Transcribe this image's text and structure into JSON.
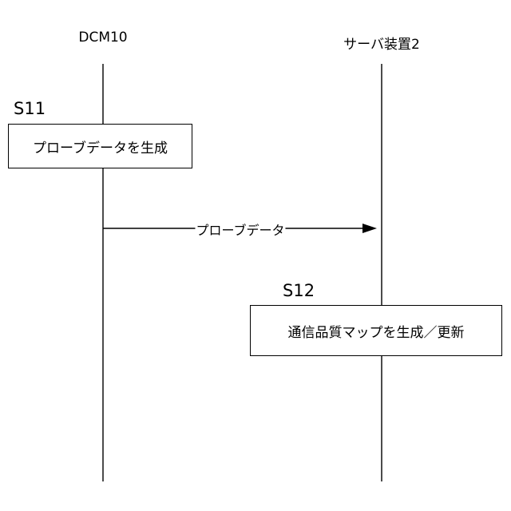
{
  "lifelines": {
    "dcm": {
      "label": "DCM10"
    },
    "server": {
      "label": "サーバ装置2"
    }
  },
  "steps": {
    "s11": {
      "label": "S11",
      "text": "プローブデータを生成"
    },
    "s12": {
      "label": "S12",
      "text": "通信品質マップを生成／更新"
    }
  },
  "message": {
    "label": "プローブデータ"
  },
  "colors": {
    "line": "#000000",
    "background": "#ffffff"
  }
}
